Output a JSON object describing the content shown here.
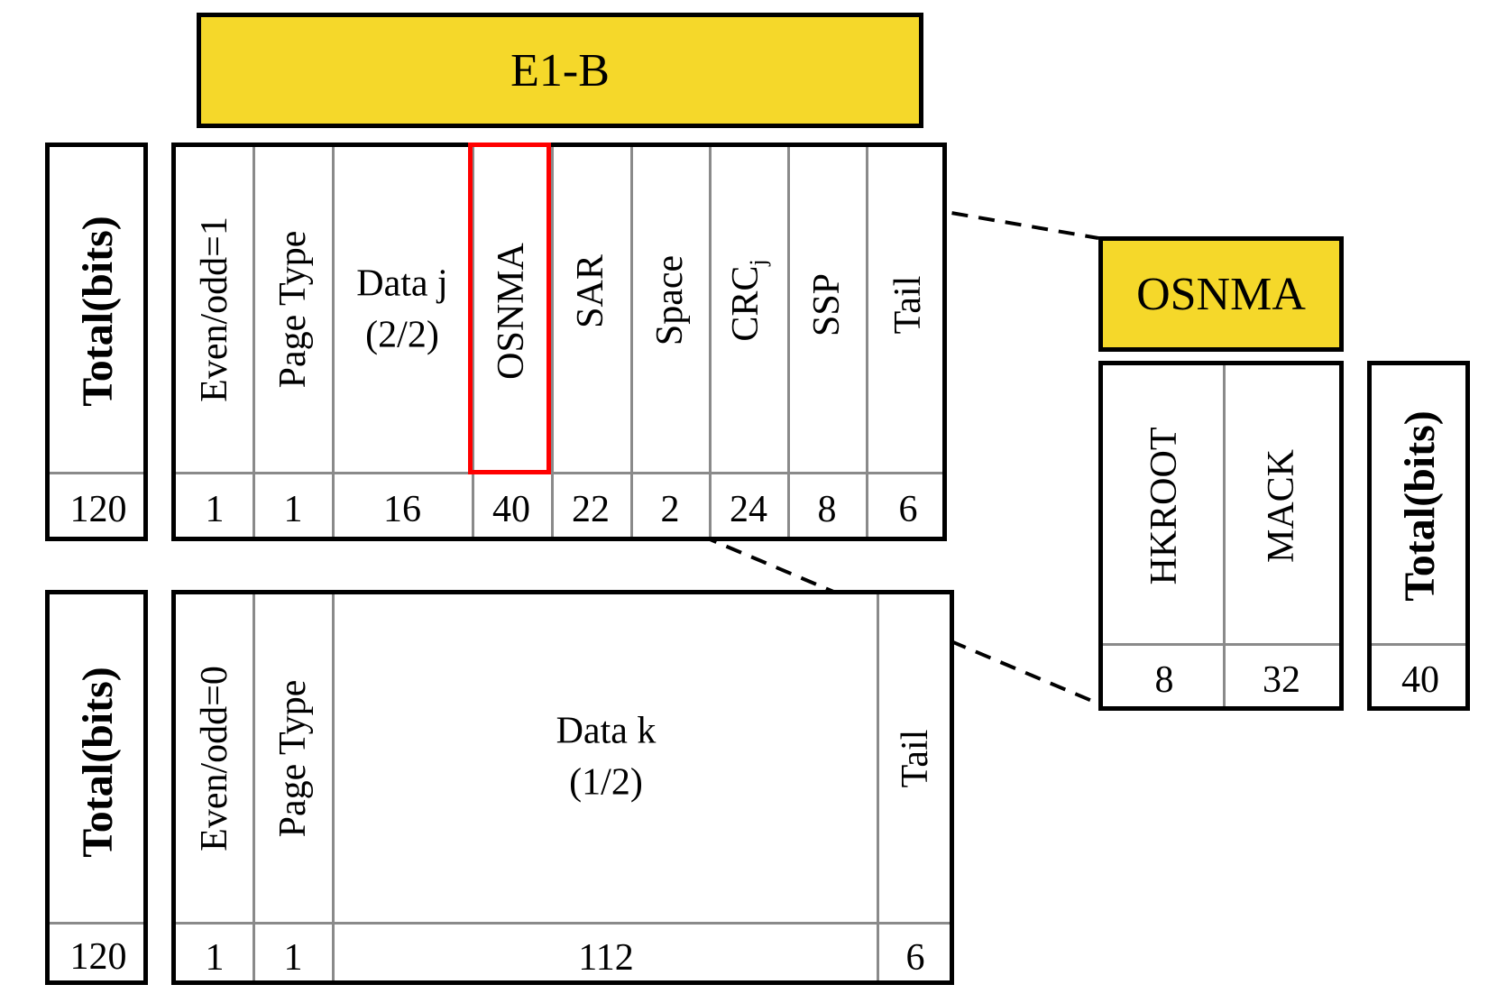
{
  "banner_e1b": "E1-B",
  "banner_osnma": "OSNMA",
  "total_label": "Total(bits)",
  "even_page": {
    "total": "120",
    "fields": [
      {
        "label": "Even/odd=1",
        "bits": "1"
      },
      {
        "label": "Page Type",
        "bits": "1"
      },
      {
        "label_line1": "Data j",
        "label_line2": "(2/2)",
        "bits": "16"
      },
      {
        "label": "OSNMA",
        "bits": "40"
      },
      {
        "label": "SAR",
        "bits": "22"
      },
      {
        "label": "Space",
        "bits": "2"
      },
      {
        "label": "CRC",
        "label_sub": "j",
        "bits": "24"
      },
      {
        "label": "SSP",
        "bits": "8"
      },
      {
        "label": "Tail",
        "bits": "6"
      }
    ]
  },
  "odd_page": {
    "total": "120",
    "fields": [
      {
        "label": "Even/odd=0",
        "bits": "1"
      },
      {
        "label": "Page Type",
        "bits": "1"
      },
      {
        "label_line1": "Data k",
        "label_line2": "(1/2)",
        "bits": "112"
      },
      {
        "label": "Tail",
        "bits": "6"
      }
    ]
  },
  "osnma_detail": {
    "total": "40",
    "fields": [
      {
        "label": "HKROOT",
        "bits": "8"
      },
      {
        "label": "MACK",
        "bits": "32"
      }
    ]
  },
  "colors": {
    "banner": "#f5d82a",
    "highlight": "#ff0000",
    "divider": "#8a8a8a"
  }
}
